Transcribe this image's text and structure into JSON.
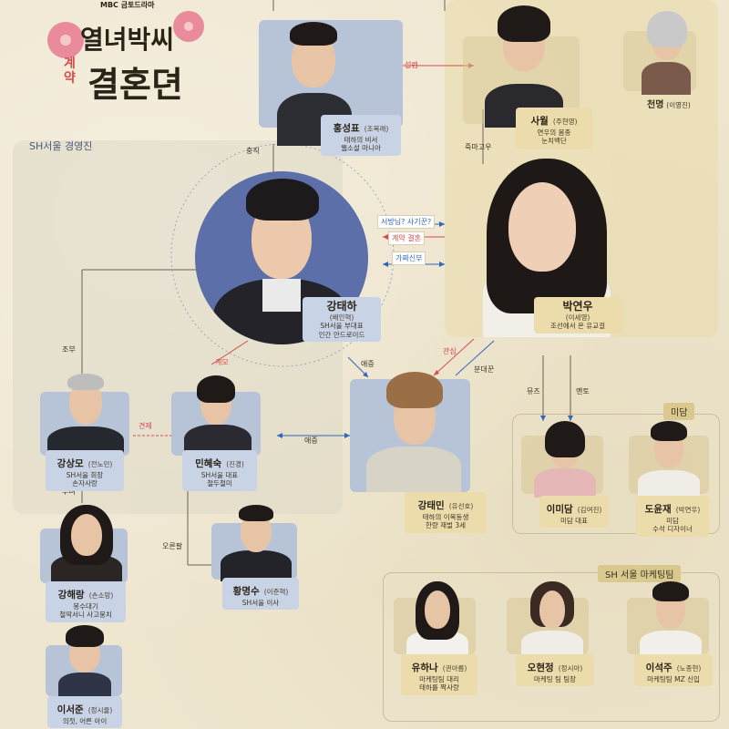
{
  "title": {
    "network": "MBC 금토드라마",
    "line1": "열녀박씨",
    "contract": "계약",
    "line2": "결혼뎐"
  },
  "groups": {
    "sh_executives": "SH서울 경영진",
    "midam": "미담",
    "sh_marketing": "SH 서울 마케팅팀"
  },
  "characters": {
    "hong": {
      "name": "홍성표",
      "actor": "(조복래)",
      "desc1": "태하의 비서",
      "desc2": "웹소설 마니아"
    },
    "sawol": {
      "name": "사월",
      "actor": "(주현영)",
      "desc1": "연우의 몸종",
      "desc2": "눈치백단"
    },
    "cheonmyeong": {
      "name": "천명",
      "actor": "(이영진)"
    },
    "taeha": {
      "name": "강태하",
      "actor": "(배인혁)",
      "desc1": "SH서울 부대표",
      "desc2": "인간 안드로이드"
    },
    "yeonwoo": {
      "name": "박연우",
      "actor": "(이세영)",
      "desc1": "조선에서 온 유교걸"
    },
    "sangmo": {
      "name": "강상모",
      "actor": "(전노민)",
      "desc1": "SH서울 회장",
      "desc2": "손자사랑"
    },
    "hyesuk": {
      "name": "민혜숙",
      "actor": "(진경)",
      "desc1": "SH서울 대표",
      "desc2": "철두철미"
    },
    "taemin": {
      "name": "강태민",
      "actor": "(유선호)",
      "desc1": "태하의 이복동생",
      "desc2": "한량 재벌 3세"
    },
    "midam": {
      "name": "이미담",
      "actor": "(김여진)",
      "desc1": "미담 대표"
    },
    "yunjae": {
      "name": "도윤재",
      "actor": "(박연우)",
      "desc1": "미담",
      "desc2": "수석 디자이너"
    },
    "haerang": {
      "name": "강해랑",
      "actor": "(손소망)",
      "desc1": "봉수대기",
      "desc2": "철딱서니 사고뭉치"
    },
    "myeongsu": {
      "name": "황명수",
      "actor": "(이준혁)",
      "desc1": "SH서울 이사"
    },
    "hana": {
      "name": "유하나",
      "actor": "(권아름)",
      "desc1": "마케팅팀 대리",
      "desc2": "태하를 짝사랑"
    },
    "hyeonjeong": {
      "name": "오현정",
      "actor": "(정시아)",
      "desc1": "마케팅 팀 팀장"
    },
    "seokju": {
      "name": "이석주",
      "actor": "(노종현)",
      "desc1": "마케팅팀 MZ 신입"
    },
    "seojun": {
      "name": "이서준",
      "actor": "(정시율)",
      "desc1": "의젓, 어른 아이"
    }
  },
  "relations": {
    "sulle": "설렘",
    "chungjik": "충직",
    "jukmagou": "죽마고우",
    "seobang": "서방님? 사기꾼?",
    "contract": "계약 결혼",
    "fake_bride": "가짜신부",
    "jobu": "조부",
    "gyemo": "계모",
    "gwansim": "관심",
    "bundaegun": "분대꾼",
    "aejeung1": "애증",
    "aejeung2": "애증",
    "gyeonje": "견제",
    "mews": "뮤즈",
    "mentor": "멘토",
    "bunyeo": "부녀",
    "oreunpal": "오른팔"
  },
  "colors": {
    "background": "#efe6cf",
    "relation_red": "#d64a4a",
    "relation_blue": "#2e66b8",
    "taeha_circle": "#5d6fa8",
    "name_card_gold": "#ecdcab"
  }
}
